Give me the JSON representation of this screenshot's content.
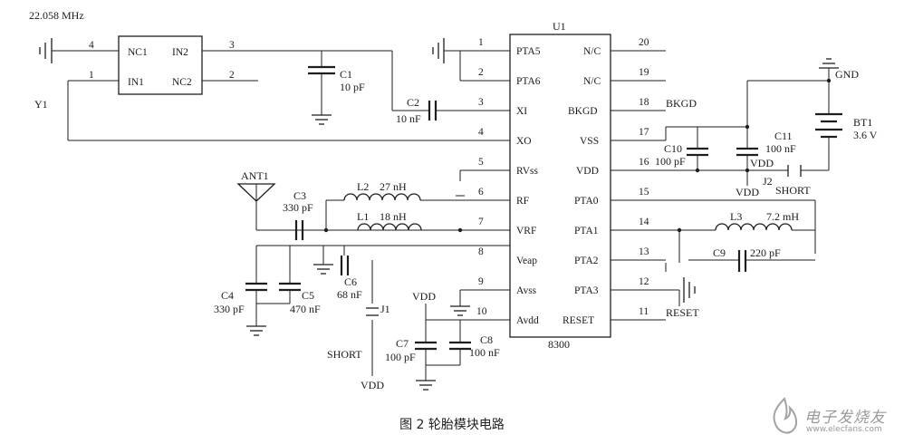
{
  "caption": "图 2  轮胎模块电路",
  "chip": {
    "ref": "U1",
    "part": "8300",
    "left_pins": [
      {
        "num": "1",
        "name": "PTA5"
      },
      {
        "num": "2",
        "name": "PTA6"
      },
      {
        "num": "3",
        "name": "XI"
      },
      {
        "num": "4",
        "name": "XO"
      },
      {
        "num": "5",
        "name": "RVss"
      },
      {
        "num": "6",
        "name": "RF"
      },
      {
        "num": "7",
        "name": "VRF"
      },
      {
        "num": "8",
        "name": "Veap"
      },
      {
        "num": "9",
        "name": "Avss"
      },
      {
        "num": "10",
        "name": "Avdd"
      }
    ],
    "right_pins": [
      {
        "num": "20",
        "name": "N/C"
      },
      {
        "num": "19",
        "name": "N/C"
      },
      {
        "num": "18",
        "name": "BKGD"
      },
      {
        "num": "17",
        "name": "VSS"
      },
      {
        "num": "16",
        "name": "VDD"
      },
      {
        "num": "15",
        "name": "PTA0"
      },
      {
        "num": "14",
        "name": "PTA1"
      },
      {
        "num": "13",
        "name": "PTA2"
      },
      {
        "num": "12",
        "name": "PTA3"
      },
      {
        "num": "11",
        "name": "RESET"
      }
    ]
  },
  "crystal": {
    "freq": "22.058 MHz",
    "ref": "Y1",
    "pins": [
      {
        "num": "4",
        "name": "NC1"
      },
      {
        "num": "1",
        "name": "IN1"
      },
      {
        "num": "3",
        "name": "IN2"
      },
      {
        "num": "2",
        "name": "NC2"
      }
    ]
  },
  "components": {
    "c1_ref": "C1",
    "c1_val": "10 pF",
    "c2_ref": "C2",
    "c2_val": "10 nF",
    "c3_ref": "C3",
    "c3_val": "330 pF",
    "c4_ref": "C4",
    "c4_val": "330 pF",
    "c5_ref": "C5",
    "c5_val": "470 nF",
    "c6_ref": "C6",
    "c6_val": "68 nF",
    "c7_ref": "C7",
    "c7_val": "100 pF",
    "c8_ref": "C8",
    "c8_val": "100 nF",
    "c9_ref": "C9",
    "c9_val": "220 pF",
    "c10_ref": "C10",
    "c10_val": "100 pF",
    "c11_ref": "C11",
    "c11_val": "100 nF",
    "l1_ref": "L1",
    "l1_val": "18 nH",
    "l2_ref": "L2",
    "l2_val": "27 nH",
    "l3_ref": "L3",
    "l3_val": "7.2 mH",
    "ant_ref": "ANT1",
    "bt_ref": "BT1",
    "bt_val": "3.6 V",
    "j1_ref": "J1",
    "j1_label": "SHORT",
    "j2_ref": "J2",
    "j2_label": "SHORT"
  },
  "nets": {
    "gnd": "GND",
    "vdd": "VDD",
    "bkgd": "BKGD",
    "reset": "RESET"
  },
  "watermark": {
    "text": "电子发烧友",
    "url": "www.elecfans.com"
  }
}
